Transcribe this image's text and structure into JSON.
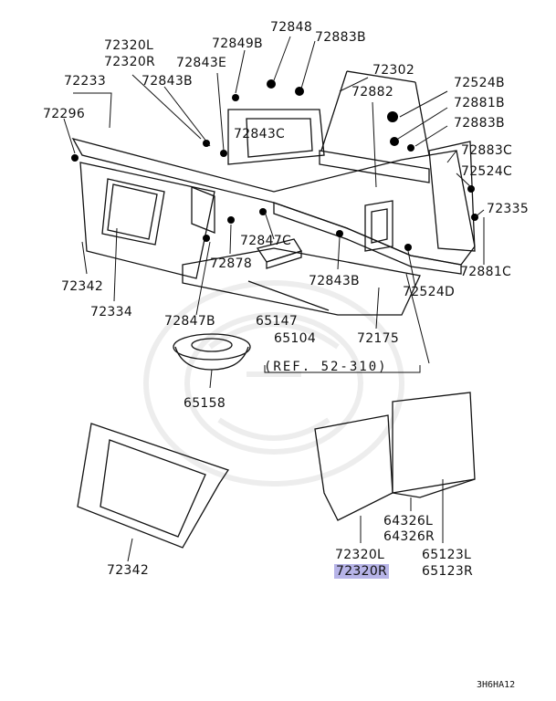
{
  "diagram": {
    "labels": {
      "p72320L_a": "72320L",
      "p72320R_a": "72320R",
      "p72848": "72848",
      "p72883B_a": "72883B",
      "p72849B": "72849B",
      "p72843E": "72843E",
      "p72302": "72302",
      "p72524B": "72524B",
      "p72233": "72233",
      "p72843B_a": "72843B",
      "p72882": "72882",
      "p72881B": "72881B",
      "p72296": "72296",
      "p72883B_b": "72883B",
      "p72843C": "72843C",
      "p72883C": "72883C",
      "p72524C": "72524C",
      "p72335": "72335",
      "p72847C": "72847C",
      "p72878": "72878",
      "p72881C": "72881C",
      "p72342_a": "72342",
      "p72843B_b": "72843B",
      "p72524D": "72524D",
      "p72334": "72334",
      "p72847B": "72847B",
      "p65147": "65147",
      "p65104": "65104",
      "p72175": "72175",
      "p65158": "65158",
      "p64326L": "64326L",
      "p64326R": "64326R",
      "p72342_b": "72342",
      "p72320L_b": "72320L",
      "p72320R_b": "72320R",
      "p65123L": "65123L",
      "p65123R": "65123R"
    },
    "reference": "(REF. 52-310)",
    "code": "3H6HA12",
    "highlight_color": "#b7b4e8"
  }
}
